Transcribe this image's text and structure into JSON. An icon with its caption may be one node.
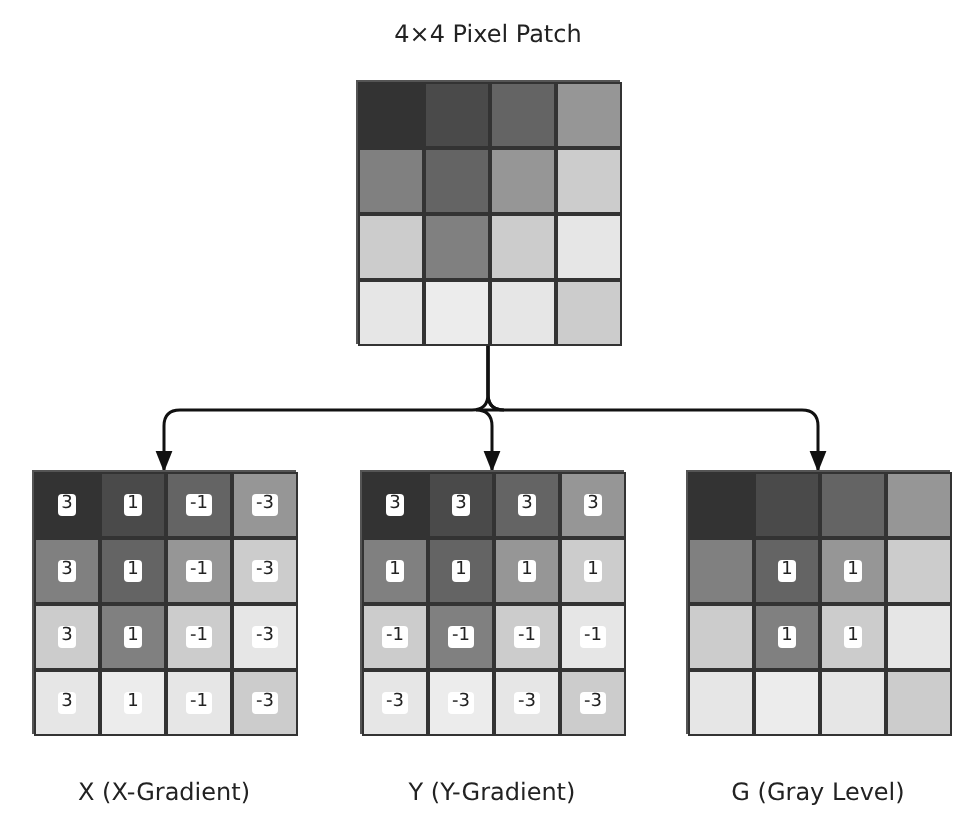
{
  "diagram": {
    "nodes": [
      {
        "text": [
          "4×4 Pixel Patch"
        ]
      },
      {
        "text": [
          "X (X-Gradient)"
        ]
      },
      {
        "text": [
          "Y (Y-Gradient)"
        ]
      },
      {
        "text": [
          "G (Gray Level)"
        ]
      }
    ],
    "edges": [
      {
        "from": 0,
        "to": 1,
        "arrow": "to"
      },
      {
        "from": 0,
        "to": 2,
        "arrow": "to"
      },
      {
        "from": 0,
        "to": 3,
        "arrow": "to"
      }
    ],
    "labels": [
      "3",
      "1",
      "-1",
      "-3",
      "3",
      "1",
      "-1",
      "-3",
      "3",
      "1",
      "-1",
      "-3",
      "3",
      "1",
      "-1",
      "-3",
      "3",
      "3",
      "3",
      "3",
      "1",
      "1",
      "1",
      "1",
      "-1",
      "-1",
      "-1",
      "-1",
      "-3",
      "-3",
      "-3",
      "-3",
      "1",
      "1",
      "1",
      "1"
    ]
  }
}
